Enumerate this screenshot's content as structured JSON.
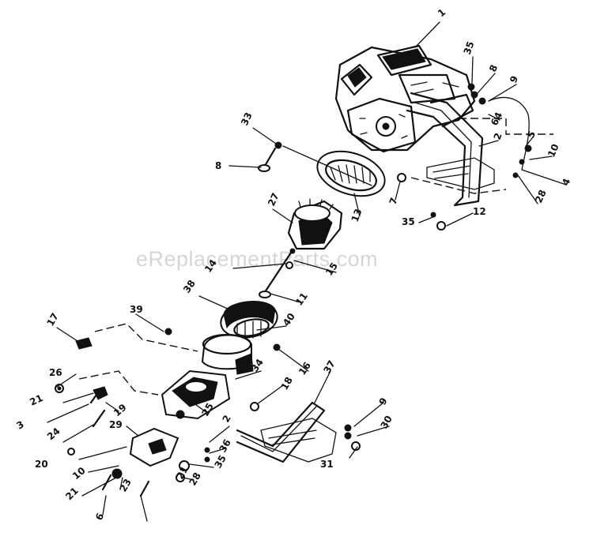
{
  "watermark": "eReplacementParts.com",
  "labels": [
    "1",
    "35",
    "8",
    "9",
    "6",
    "4",
    "5",
    "10",
    "4",
    "28",
    "2",
    "7",
    "33",
    "8",
    "35",
    "12",
    "13",
    "27",
    "14",
    "15",
    "11",
    "38",
    "39",
    "17",
    "40",
    "16",
    "34",
    "26",
    "21",
    "3",
    "18",
    "19",
    "24",
    "25",
    "29",
    "2",
    "37",
    "9",
    "30",
    "20",
    "36",
    "10",
    "35",
    "31",
    "21",
    "23",
    "28",
    "21",
    "6"
  ]
}
